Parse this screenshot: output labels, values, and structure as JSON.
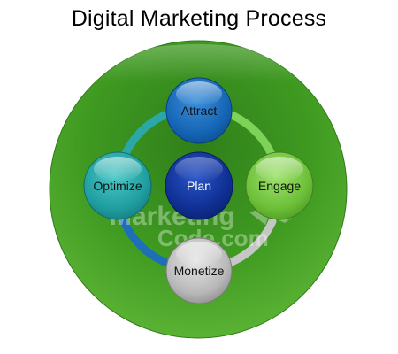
{
  "title": "Digital Marketing Process",
  "nodes": {
    "attract": "Attract",
    "engage": "Engage",
    "monetize": "Monetize",
    "optimize": "Optimize",
    "plan": "Plan"
  },
  "watermark": {
    "line1": "Marketing",
    "line2": "Code.com"
  },
  "colors": {
    "background_circle": "#3c8f22",
    "attract": "#1565b5",
    "engage": "#6cbf38",
    "monetize": "#b8b8b8",
    "optimize": "#1f9ea0",
    "plan": "#0f2f93",
    "ring_blue": "#1d70b8",
    "ring_green": "#7ed257",
    "ring_gray": "#b6b6b6",
    "ring_teal": "#2aa8a8"
  }
}
